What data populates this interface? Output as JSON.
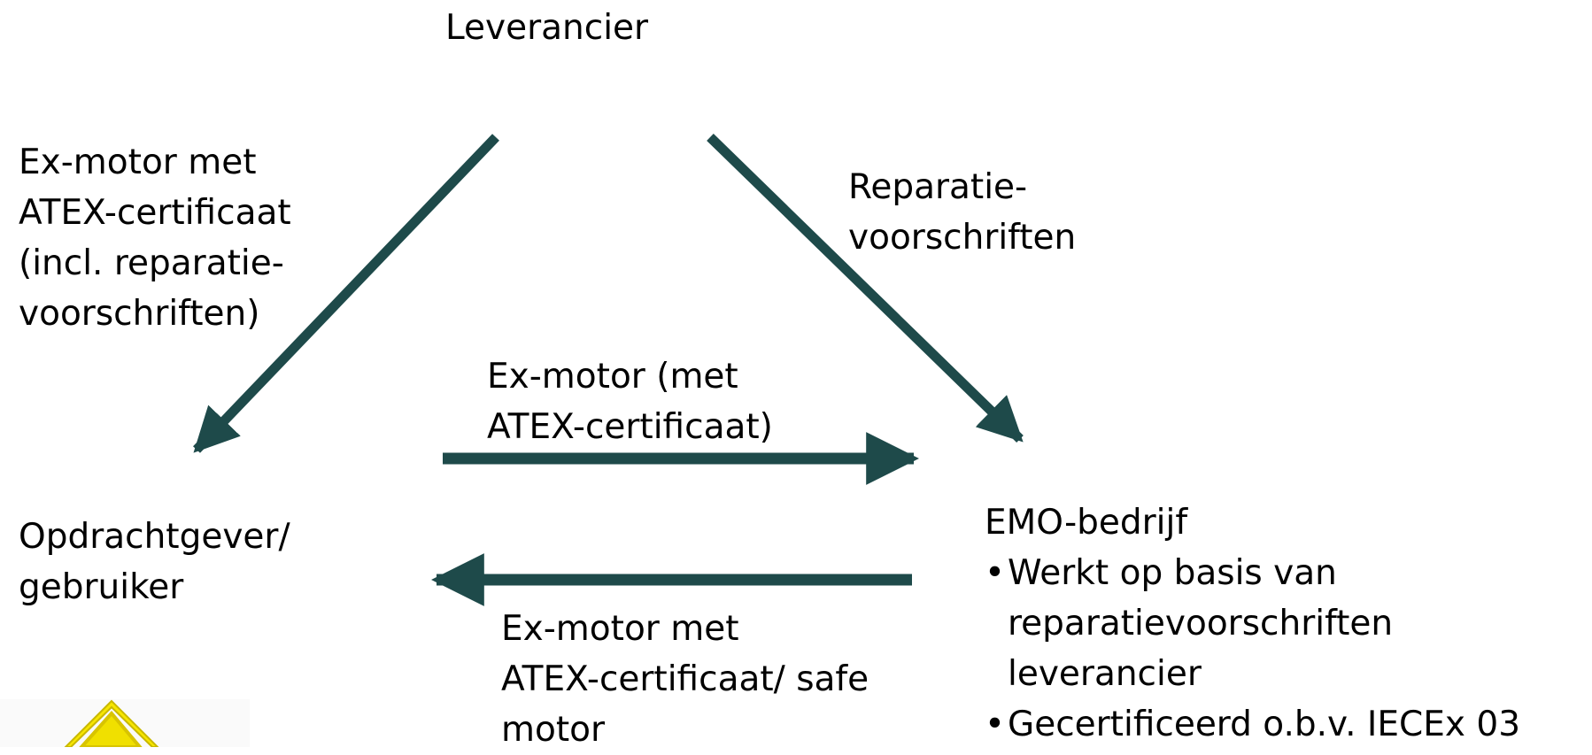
{
  "nodes": {
    "leverancier": "Leverancier",
    "opdrachtgever": [
      "Opdrachtgever/",
      "gebruiker"
    ],
    "emo": {
      "title": "EMO-bedrijf",
      "bullet_char": "•",
      "bullets": [
        [
          "Werkt op basis van",
          "reparatievoorschriften",
          "leverancier"
        ],
        [
          "Gecertificeerd o.b.v. IECEx 03"
        ]
      ]
    }
  },
  "edges": {
    "leverancier_to_opdrachtgever": [
      "Ex-motor met",
      "ATEX-certificaat",
      "(incl. reparatie-",
      "voorschriften)"
    ],
    "leverancier_to_emo": [
      "Reparatie-",
      "voorschriften"
    ],
    "opdrachtgever_to_emo": [
      "Ex-motor (met",
      "ATEX-certificaat)"
    ],
    "emo_to_opdrachtgever": [
      "Ex-motor met",
      "ATEX-certificaat/ safe",
      "motor"
    ]
  },
  "colors": {
    "arrow": "#1e4a4a",
    "warning_sign": "#f5e100"
  },
  "icons": {
    "warning": "warning-sign-icon"
  }
}
